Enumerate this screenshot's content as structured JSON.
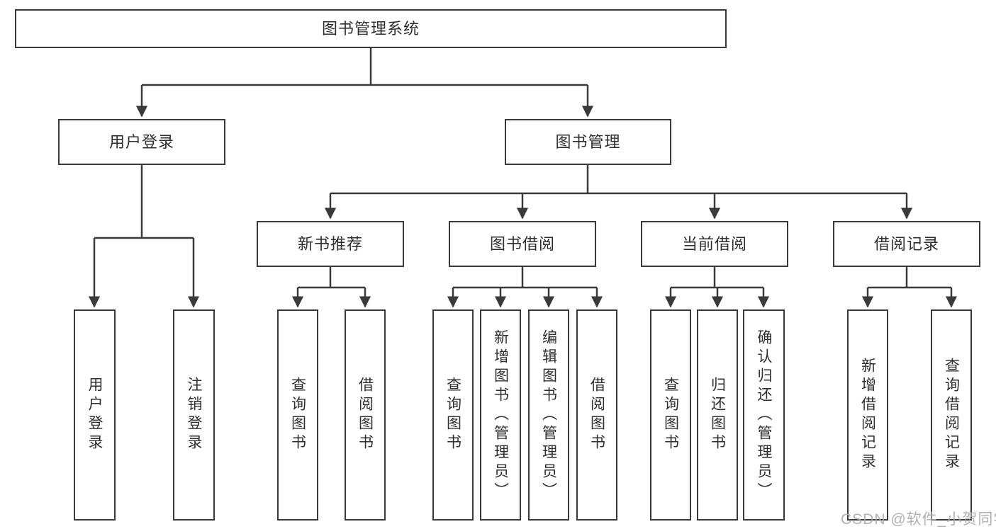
{
  "nodes": {
    "root": "图书管理系统",
    "level1": [
      "用户登录",
      "图书管理"
    ],
    "level2": [
      "新书推荐",
      "图书借阅",
      "当前借阅",
      "借阅记录"
    ],
    "leaves": {
      "user_login": [
        "用户登录",
        "注销登录"
      ],
      "new_book": [
        "查询图书",
        "借阅图书"
      ],
      "book_borrow": [
        "查询图书",
        "新增图书（管理员）",
        "编辑图书（管理员）",
        "借阅图书"
      ],
      "current_borrow": [
        "查询图书",
        "归还图书",
        "确认归还（管理员）"
      ],
      "borrow_record": [
        "新增借阅记录",
        "查询借阅记录"
      ]
    }
  },
  "watermark": "CSDN @软件_小贺同学",
  "colors": {
    "line": "#3a3a3a",
    "box_border": "#3a3a3a",
    "text": "#2e2e2e",
    "watermark": "#a9a9a9",
    "background": "#ffffff"
  }
}
